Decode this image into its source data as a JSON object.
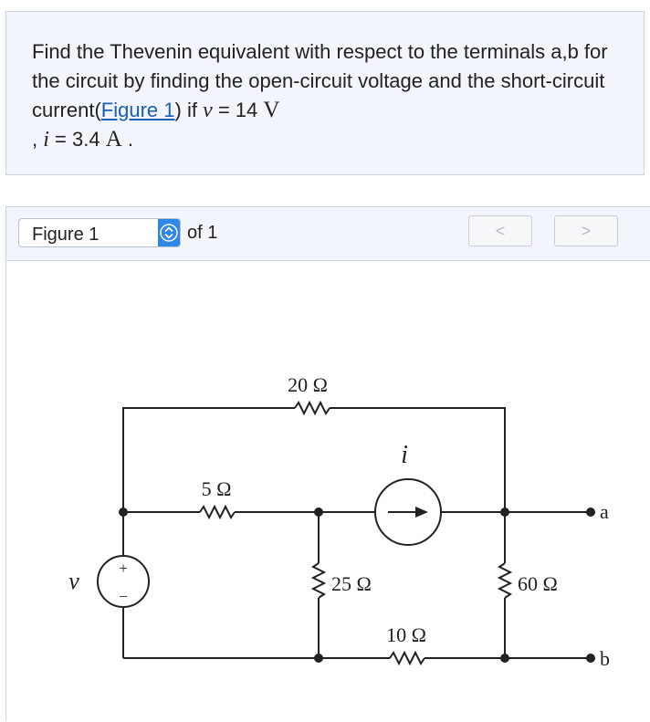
{
  "problem": {
    "text_before_link": "Find the Thevenin equivalent with respect to the terminals a,b for the circuit by finding the open-circuit voltage and the short-circuit current(",
    "link_text": "Figure 1",
    "text_after_link": ") if ",
    "v_symbol": "v",
    "equals1": " = 14 ",
    "v_unit": "V",
    "separator": ", ",
    "i_symbol": "i",
    "equals2": " = 3.4 ",
    "i_unit": "A",
    "end": " ."
  },
  "figure_nav": {
    "selected": "Figure 1",
    "of_label": "of 1",
    "prev_icon": "<",
    "next_icon": ">"
  },
  "circuit": {
    "r_top": "20 Ω",
    "r_left": "5 Ω",
    "r_mid": "25 Ω",
    "r_bottom": "10 Ω",
    "r_right": "60 Ω",
    "source_current": "i",
    "source_voltage": "v",
    "plus": "+",
    "minus": "−",
    "terminal_a": "a",
    "terminal_b": "b"
  }
}
